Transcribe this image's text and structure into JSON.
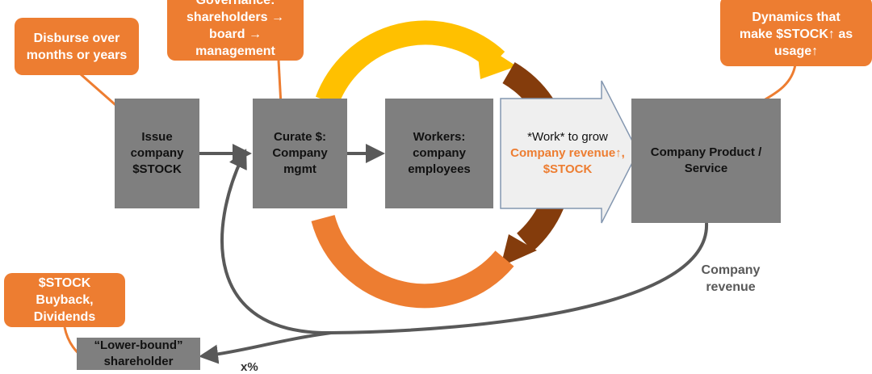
{
  "boxes": {
    "issue": "Issue company $STOCK",
    "curate": "Curate $: Company mgmt",
    "workers": "Workers: company employees",
    "product": "Company Product / Service",
    "lower": "“Lower-bound” shareholder"
  },
  "work_arrow": {
    "line1": "*Work* to grow",
    "line2": "Company revenue↑, $STOCK"
  },
  "callouts": {
    "disburse": "Disburse over months or years",
    "governance_1": "Governance:",
    "governance_2": "shareholders → board → management",
    "dynamics": "Dynamics that make $STOCK↑ as usage↑",
    "buyback": "$STOCK Buyback, Dividends"
  },
  "labels": {
    "revenue": "Company revenue",
    "pct": "x%"
  },
  "colors": {
    "orange": "#ed7d31",
    "yellow": "#ffc000",
    "brown": "#843c0c",
    "gray": "#7f7f7f"
  }
}
